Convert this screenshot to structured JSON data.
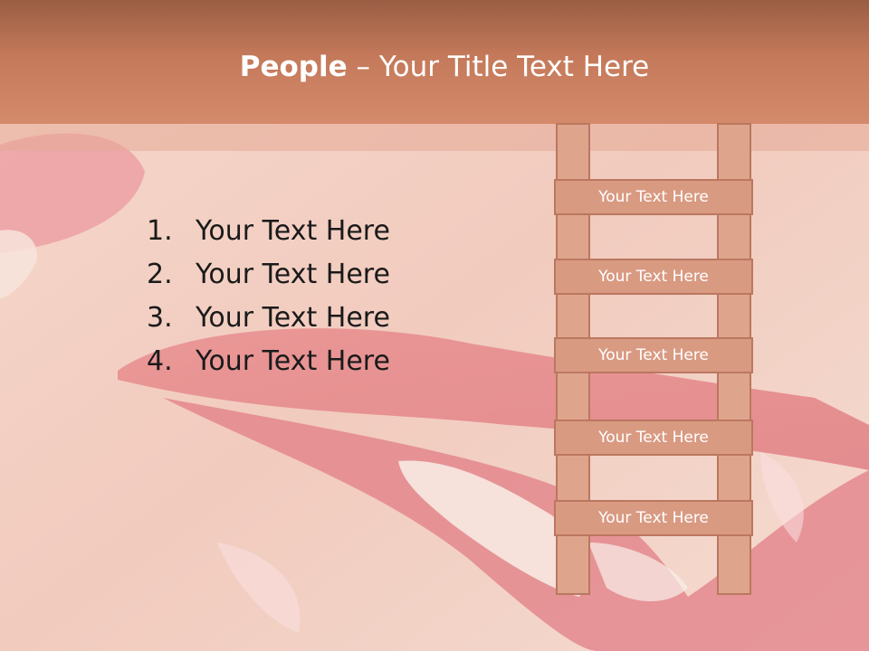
{
  "slide": {
    "title_bold": "People",
    "title_rest": " – Your Title Text Here"
  },
  "list": {
    "items": [
      {
        "num": "1.",
        "text": "Your Text Here"
      },
      {
        "num": "2.",
        "text": "Your Text Here"
      },
      {
        "num": "3.",
        "text": "Your Text Here"
      },
      {
        "num": "4.",
        "text": "Your Text Here"
      }
    ]
  },
  "ladder": {
    "rungs": [
      "Your Text Here",
      "Your Text Here",
      "Your Text Here",
      "Your Text Here",
      "Your Text Here"
    ]
  }
}
